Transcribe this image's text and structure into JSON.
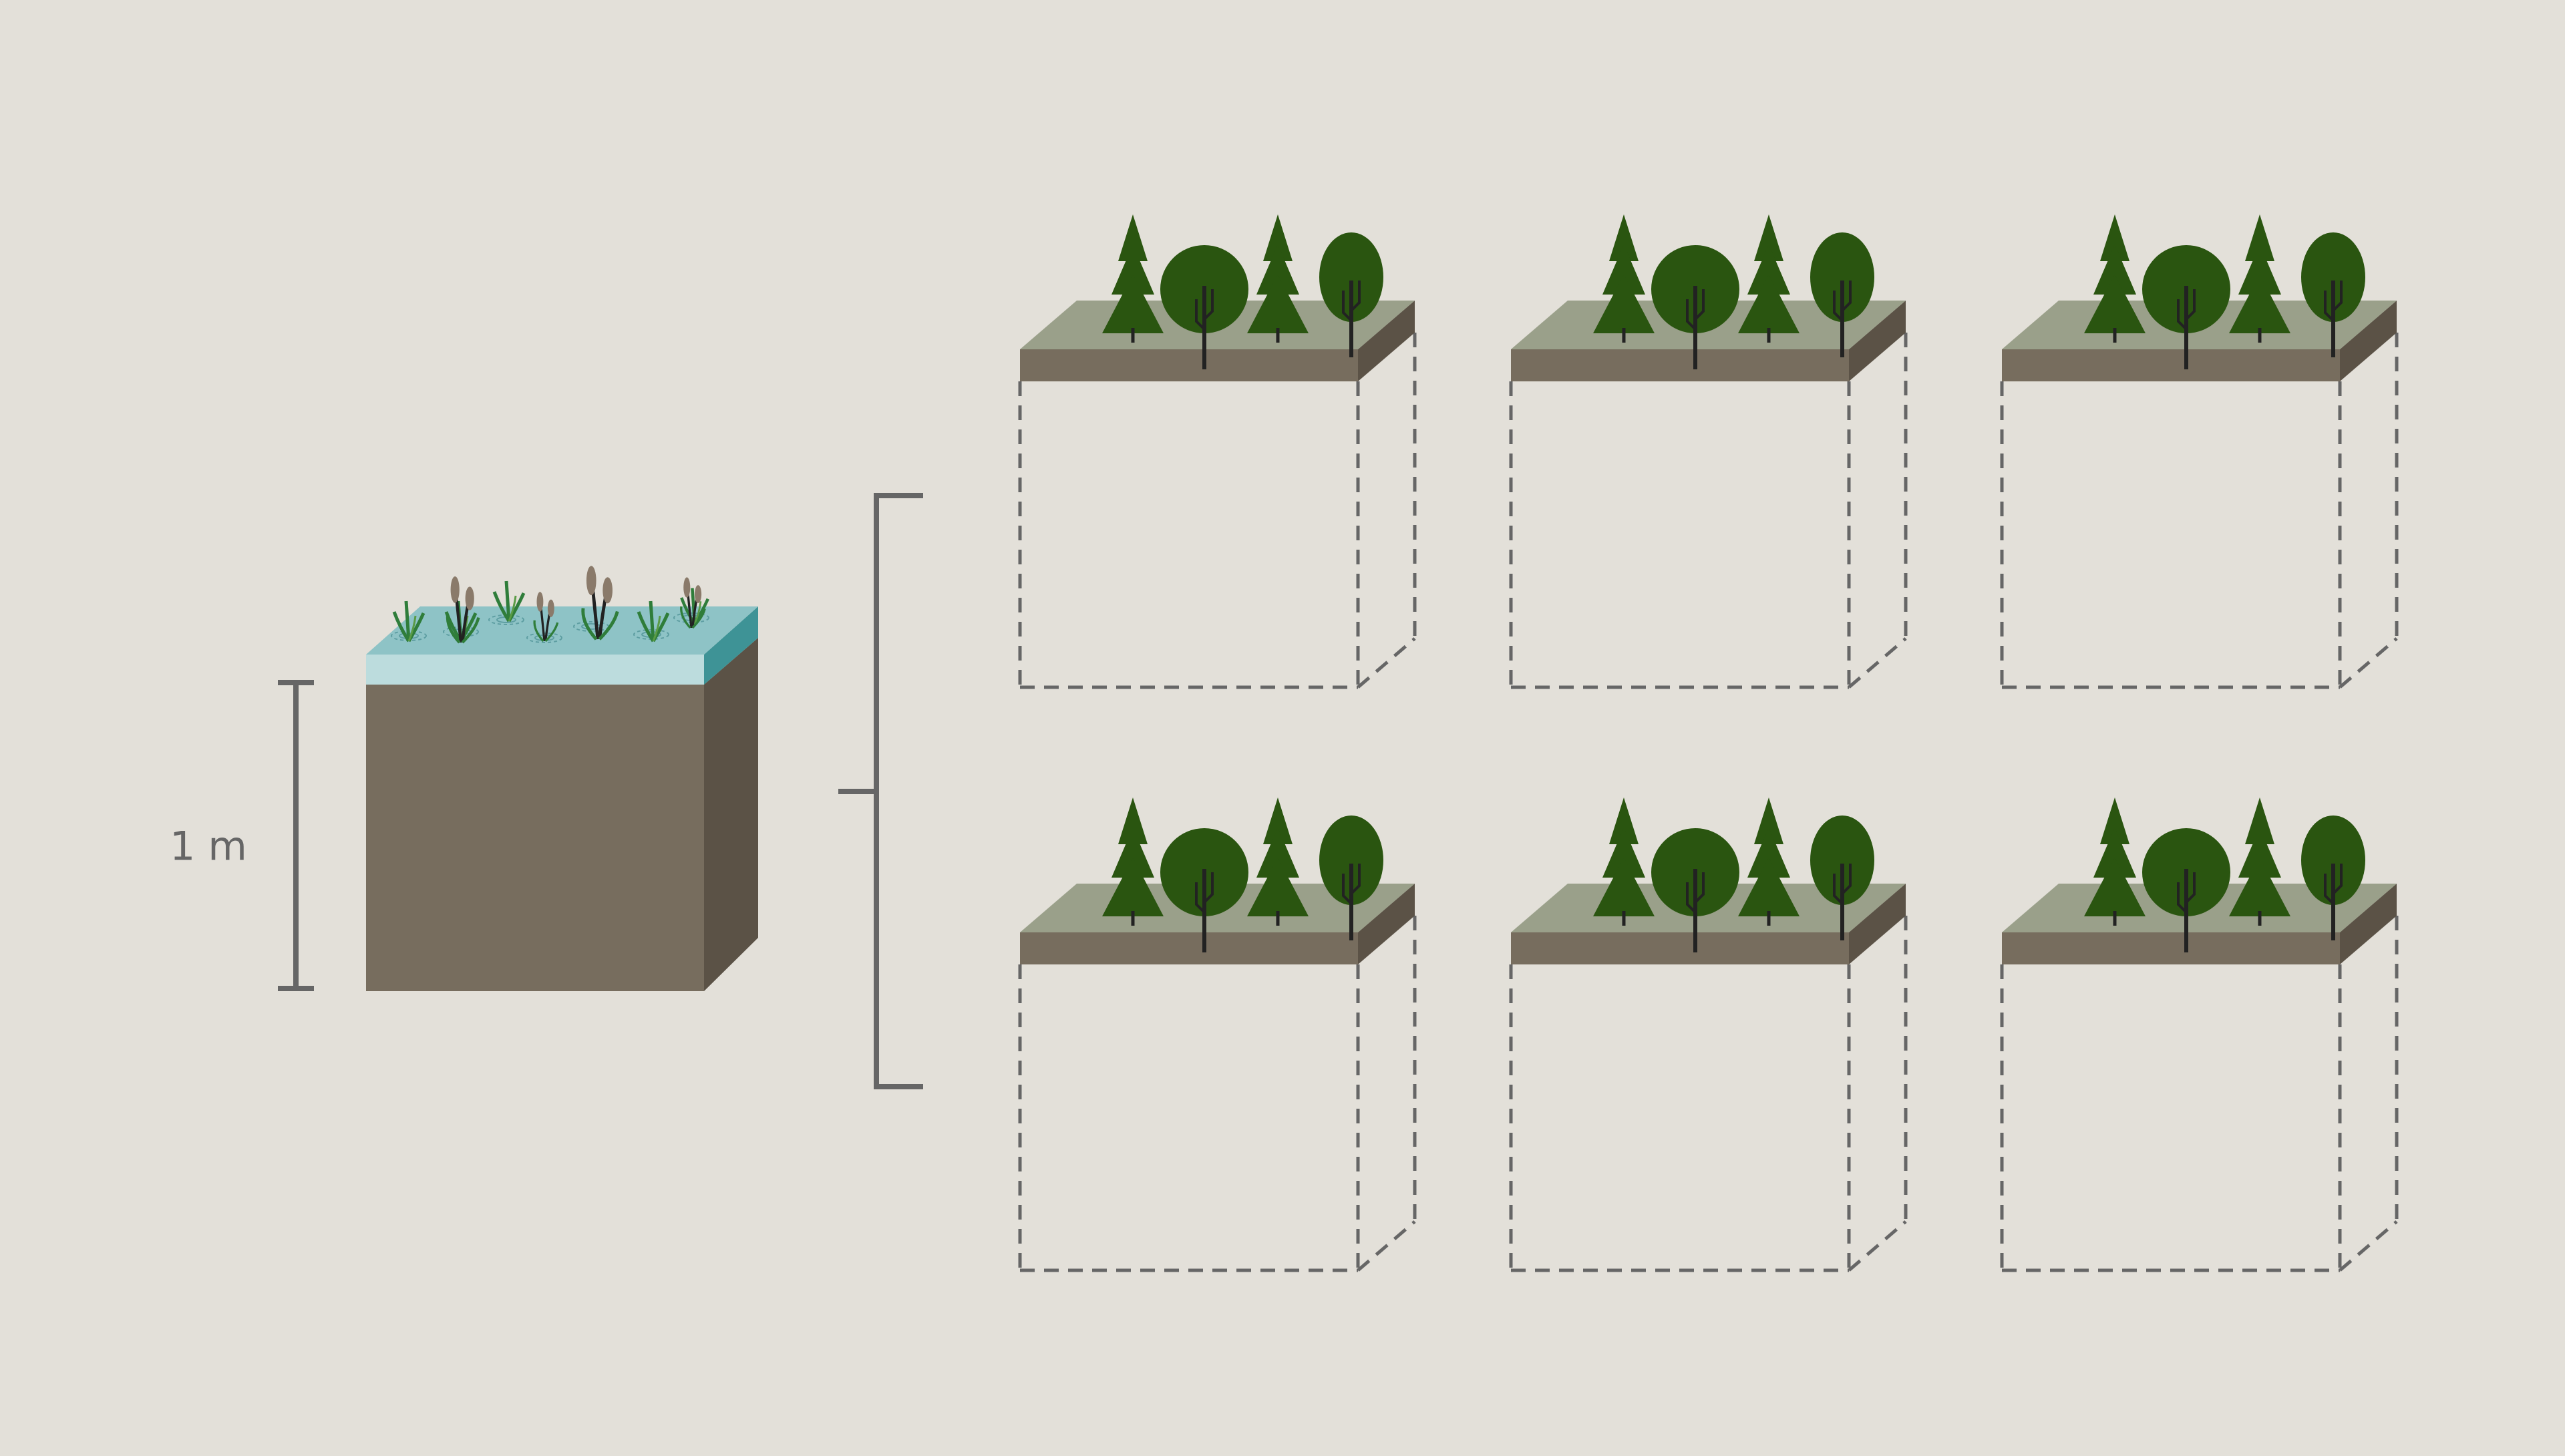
{
  "diagram": {
    "measure_label": "1 m",
    "colors": {
      "background": "#e3e0d9",
      "soil_front": "#776d5e",
      "soil_side": "#5b5246",
      "water_top": "#8ec3c6",
      "water_band": "#bcdcdd",
      "water_side": "#3e9396",
      "forest_top": "#9aa08a",
      "tree_green": "#2a5510",
      "trunk": "#222222",
      "dashed_outline": "#666666",
      "bracket": "#666666",
      "cattail_head": "#8a7a6a"
    },
    "wetland_block": {
      "icons": [
        "cattail-icon",
        "grass-tuft-icon",
        "water-ripple-icon"
      ]
    },
    "forest_blocks": {
      "count": 6,
      "rows": 2,
      "columns": 3,
      "icons": [
        "conifer-tree-icon",
        "round-tree-icon",
        "oval-tree-icon"
      ]
    }
  }
}
